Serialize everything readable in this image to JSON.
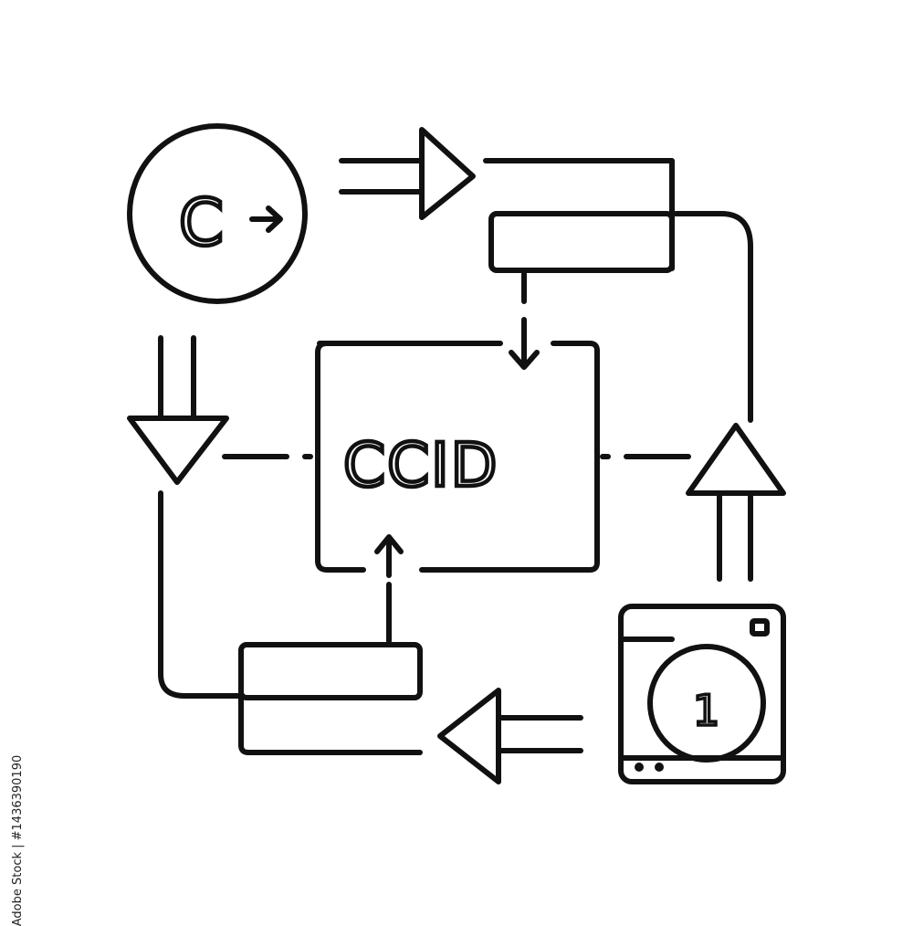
{
  "diagram": {
    "center_label": "CCID",
    "copyright_symbol_letter": "C",
    "machine_dial_number": "1",
    "stroke_color": "#111111",
    "background_color": "#ffffff"
  },
  "watermark": {
    "stock_id": "Adobe Stock | #1436390190"
  },
  "icons": [
    "copyright-arrow-icon",
    "double-arrow-right-icon",
    "stacked-rectangles-icon",
    "down-arrow-icon",
    "down-triangle-arrow-icon",
    "up-triangle-arrow-icon",
    "up-arrow-icon",
    "washing-machine-icon",
    "double-arrow-left-icon"
  ]
}
